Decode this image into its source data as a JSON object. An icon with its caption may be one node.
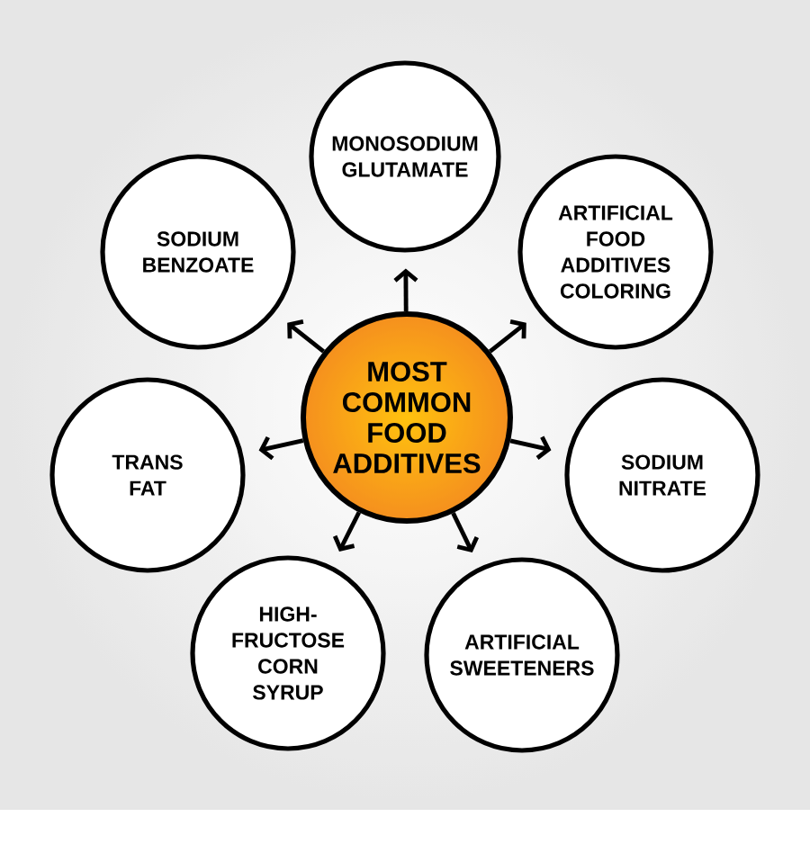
{
  "diagram": {
    "nodes": [
      {
        "text": [
          "MOST COMMON FOOD ADDITIVES"
        ]
      },
      {
        "text": [
          "MONOSODIUM GLUTAMATE"
        ]
      },
      {
        "text": [
          "SODIUM BENZOATE"
        ]
      },
      {
        "text": [
          "ARTIFICIAL FOOD ADDITIVES COLORING"
        ]
      },
      {
        "text": [
          "TRANS FAT"
        ]
      },
      {
        "text": [
          "SODIUM NITRATE"
        ]
      },
      {
        "text": [
          "HIGH-FRUCTOSE CORN SYRUP"
        ]
      },
      {
        "text": [
          "ARTIFICIAL SWEETENERS"
        ]
      }
    ],
    "edges": [
      {
        "from": 0,
        "to": 1,
        "arrow": "to"
      },
      {
        "from": 0,
        "to": 2,
        "arrow": "to"
      },
      {
        "from": 0,
        "to": 3,
        "arrow": "to"
      },
      {
        "from": 0,
        "to": 4,
        "arrow": "to"
      },
      {
        "from": 0,
        "to": 5,
        "arrow": "to"
      },
      {
        "from": 0,
        "to": 6,
        "arrow": "to"
      },
      {
        "from": 0,
        "to": 7,
        "arrow": "to"
      }
    ]
  }
}
